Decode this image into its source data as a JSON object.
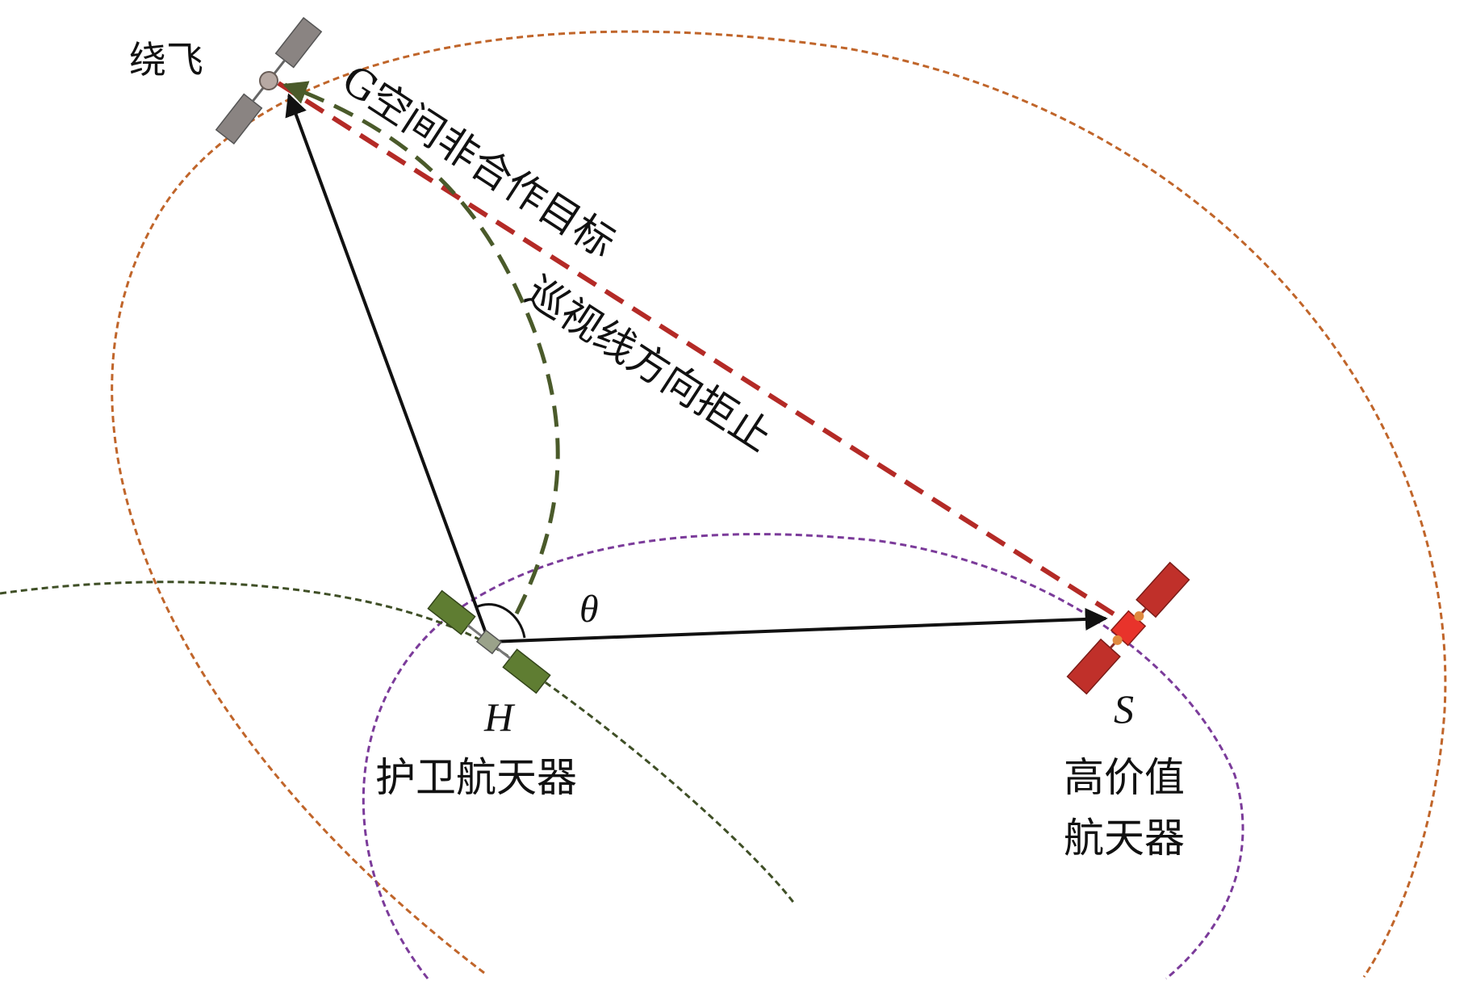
{
  "labels": {
    "flyaround": "绕飞",
    "target": "G空间非合作目标",
    "los_stop": "巡视线方向拒止",
    "theta": "θ",
    "escort_symbol": "H",
    "escort_name": "护卫航天器",
    "hv_symbol": "S",
    "hv_name_line1": "高价值",
    "hv_name_line2": "航天器"
  },
  "colors": {
    "outer_orbit": "#c0652a",
    "hv_orbit": "#7b3b9a",
    "escort_orbit": "#3f4f26",
    "los_dashed": "#b42a26",
    "green_arc": "#4a5a2a",
    "vector": "#111111",
    "target_sat": "#8a8482",
    "escort_sat": "#5f7d32",
    "hv_sat": "#c0302a"
  }
}
